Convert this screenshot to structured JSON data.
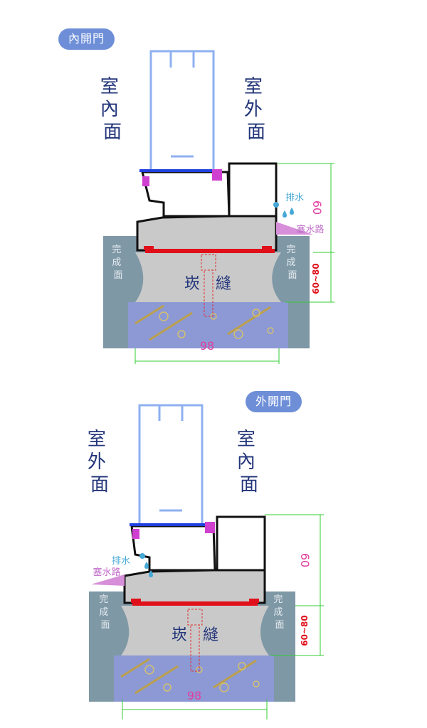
{
  "colors": {
    "badge": "#6e8fd8",
    "wall": "#7f98a6",
    "concrete": "#c9c9c9",
    "base": "#8c99d4",
    "frame_blue": "#8fb0f0",
    "seal_red": "#e0101a",
    "drain_blue": "#46a8d6",
    "seal_pink": "#d68fd8",
    "dim_green": "#33cc33",
    "dim_pink": "#e040a0",
    "text_navy": "#23357a"
  },
  "top": {
    "badge": "內開門",
    "left_label": [
      "室",
      "內",
      "面"
    ],
    "right_label": [
      "室",
      "外",
      "面"
    ],
    "drain_label": "排水",
    "seal_label": "塞水路",
    "finish_left": [
      "完",
      "成",
      "面"
    ],
    "finish_right": [
      "完",
      "成",
      "面"
    ],
    "gap_label": "崁　縫",
    "dim_height": "60",
    "dim_depth": "60~80",
    "dim_width": "98"
  },
  "bottom": {
    "badge": "外開門",
    "left_label": [
      "室",
      "外",
      "面"
    ],
    "right_label": [
      "室",
      "內",
      "面"
    ],
    "drain_label": "排水",
    "seal_label": "塞水路",
    "finish_left": [
      "完",
      "成",
      "面"
    ],
    "finish_right": [
      "完",
      "成",
      "面"
    ],
    "gap_label": "崁　縫",
    "dim_height": "60",
    "dim_depth": "60~80",
    "dim_width": "98"
  }
}
